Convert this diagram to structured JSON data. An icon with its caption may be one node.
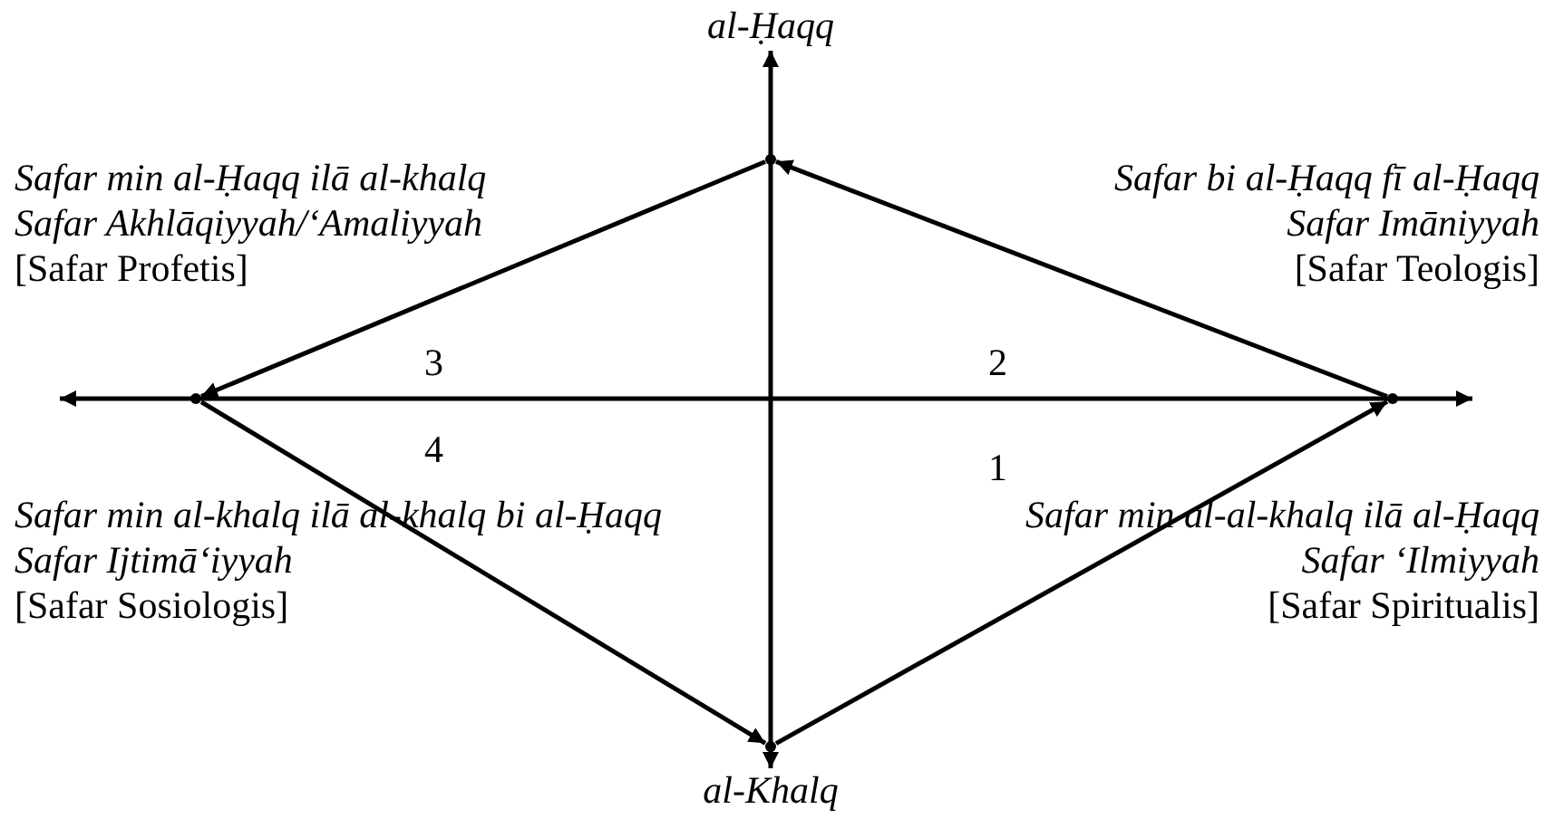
{
  "diagram": {
    "nodes": [
      {
        "text": [
          "al-Ḥaqq"
        ]
      },
      {
        "text": [
          "al-Khalq"
        ]
      },
      {
        "text": [],
        "shape": "point"
      },
      {
        "text": [],
        "shape": "point"
      },
      {
        "text": [],
        "shape": "point"
      },
      {
        "text": [],
        "shape": "point"
      }
    ],
    "edges": [
      {
        "from": 1,
        "to": 0,
        "arrow": "both"
      },
      {
        "from": 2,
        "to": 3,
        "arrow": "to"
      },
      {
        "from": 3,
        "to": 4,
        "arrow": "to"
      },
      {
        "from": 4,
        "to": 5,
        "arrow": "to"
      },
      {
        "from": 5,
        "to": 2,
        "arrow": "to"
      }
    ],
    "labels": [
      "Safar min al-Ḥaqq ilā al-khalq",
      "Safar Akhlāqiyyah/‘Amaliyyah",
      "[Safar Profetis]",
      "Safar bi al-Ḥaqq fī al-Ḥaqq",
      "Safar Imāniyyah",
      "[Safar Teologis]",
      "3",
      "2",
      "4",
      "1",
      "Safar min al-khalq ilā al-khalq bi al-Ḥaqq",
      "Safar Ijtimā‘iyyah",
      "[Safar Sosiologis]",
      "Safar min al-al-khalq ilā al-Ḥaqq",
      "Safar ‘Ilmiyyah",
      "[Safar Spiritualis]"
    ]
  }
}
